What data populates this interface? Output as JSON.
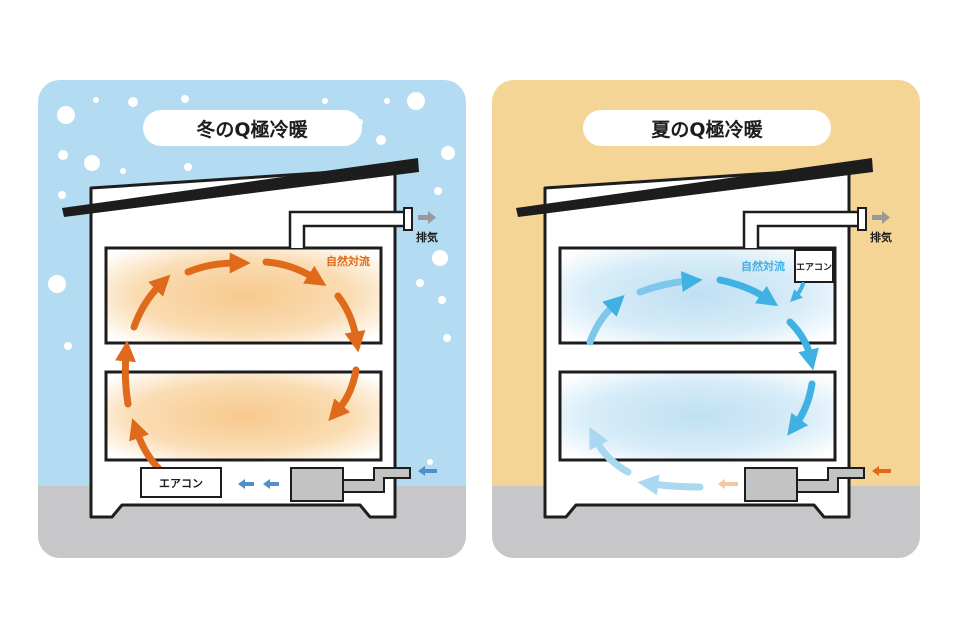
{
  "panels": {
    "winter": {
      "title": "冬のQ極冷暖",
      "exhaust_label": "排気",
      "convection_label": "自然対流",
      "ac_label": "エアコン"
    },
    "summer": {
      "title": "夏のQ極冷暖",
      "exhaust_label": "排気",
      "convection_label": "自然対流",
      "ac_label": "エアコン"
    }
  },
  "colors": {
    "winter_sky": "#b3dcf2",
    "summer_sky": "#f5d596",
    "ground": "#c7c7c9",
    "warm_arrow": "#e06a1b",
    "cool_arrow": "#3fb1e2",
    "outline": "#1d1d1d",
    "vent_gray": "#999999",
    "intake_blue": "#4f8fcc",
    "intake_orange": "#e06a1b",
    "unit_gray": "#c3c3c3"
  }
}
